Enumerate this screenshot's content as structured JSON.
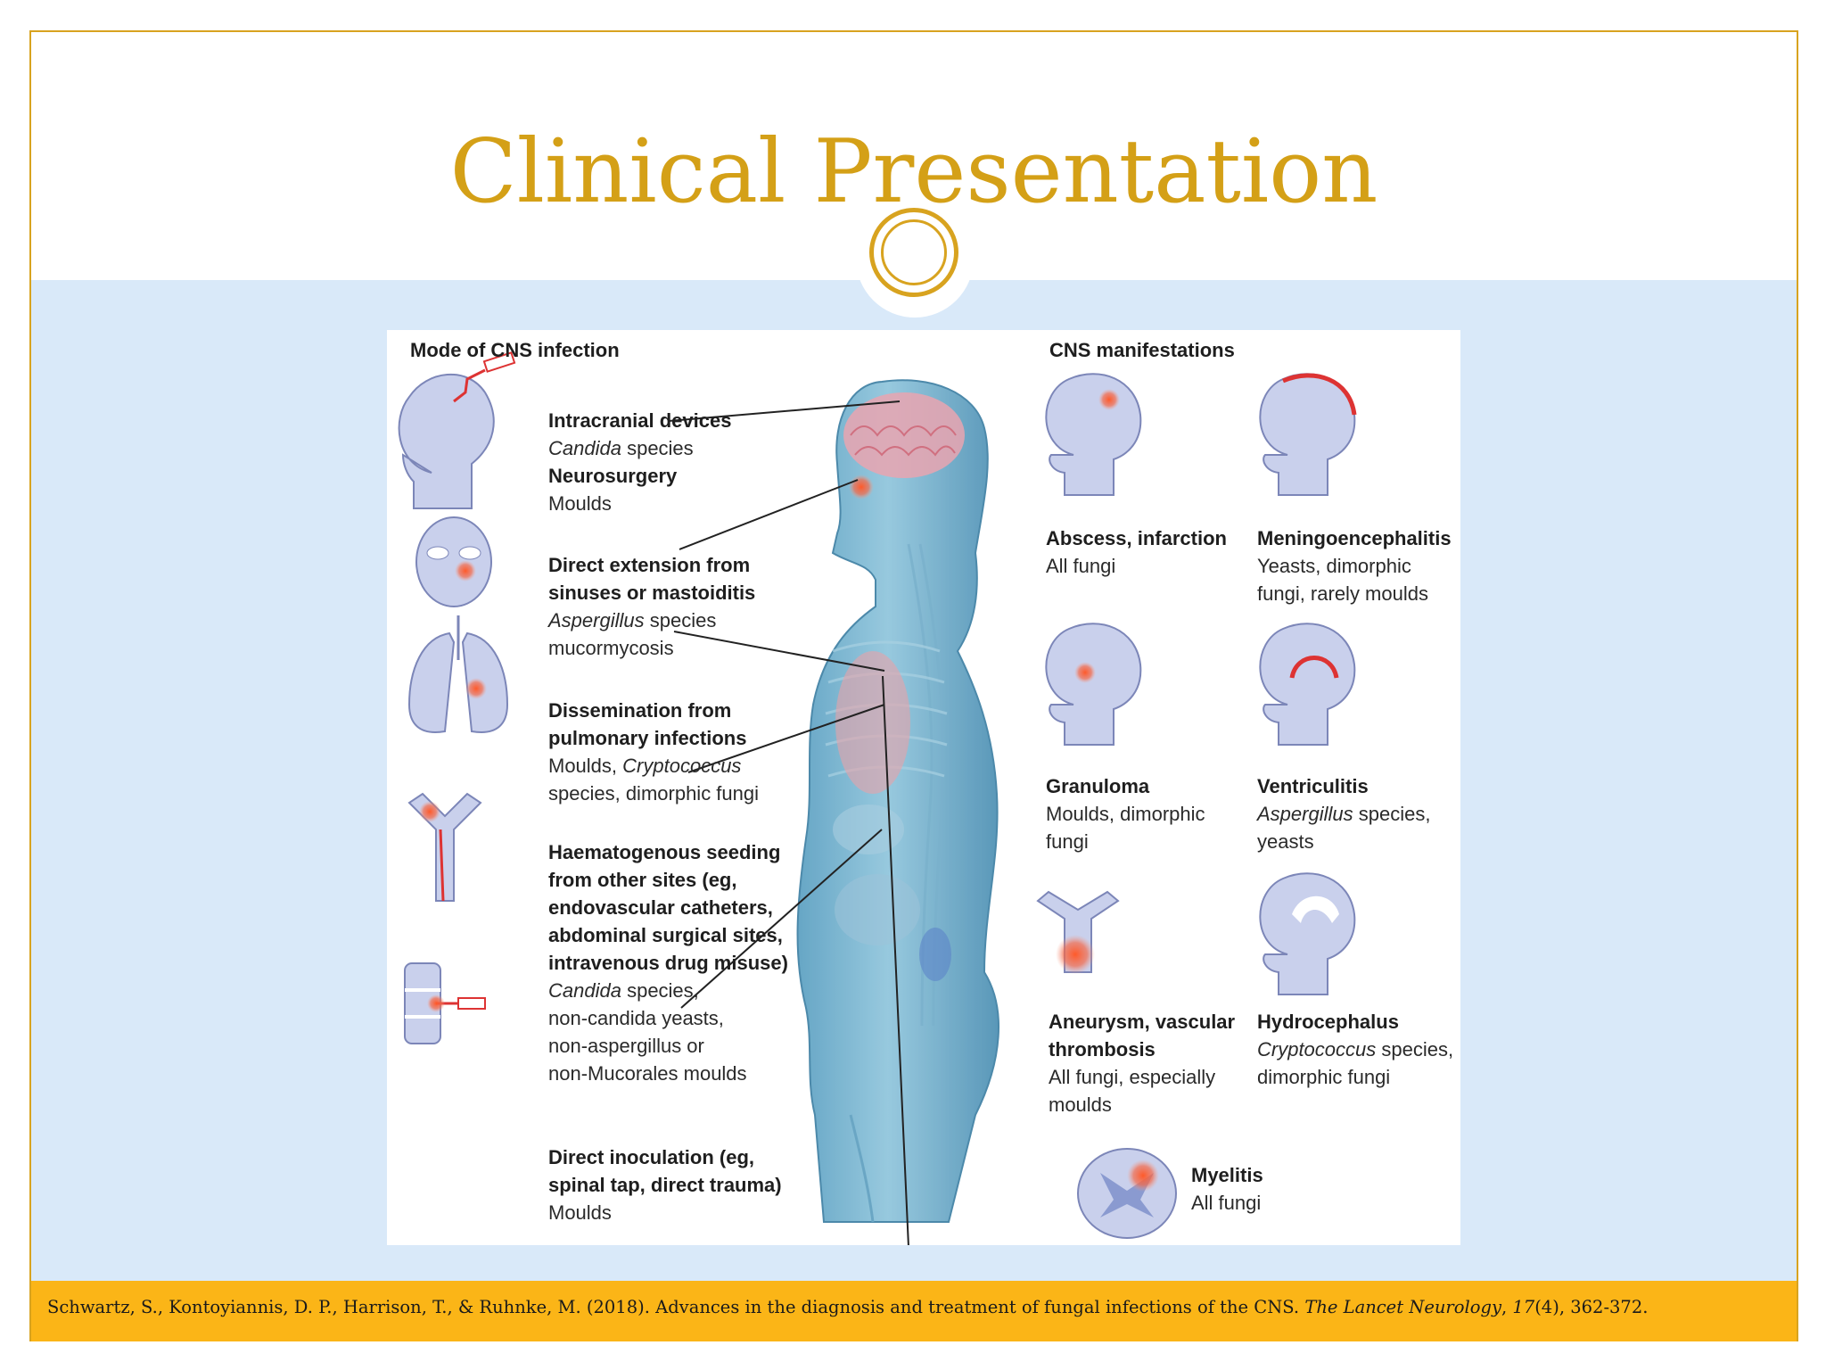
{
  "slide": {
    "title": "Clinical Presentation",
    "citation_plain": "Schwartz, S., Kontoyiannis, D. P., Harrison, T., & Ruhnke, M. (2018). Advances in the diagnosis and treatment of fungal infections of the CNS. ",
    "citation_journal": "The Lancet Neurology",
    "citation_sep": ", ",
    "citation_volume": "17",
    "citation_tail": "(4), 362-372."
  },
  "figure": {
    "left_heading": "Mode of CNS infection",
    "right_heading": "CNS manifestations",
    "modes": [
      {
        "title1": "Intracranial devices",
        "line1": "species",
        "line1_italic": "Candida",
        "title2": "Neurosurgery",
        "line2": "Moulds"
      },
      {
        "title1": "Direct extension from",
        "title2": "sinuses or mastoiditis",
        "line1_italic": "Aspergillus",
        "line1": "species",
        "line2": "mucormycosis"
      },
      {
        "title1": "Dissemination from",
        "title2": "pulmonary infections",
        "line1_pre": "Moulds, ",
        "line1_italic": "Cryptococcus",
        "line2": "species, dimorphic fungi"
      },
      {
        "title1": "Haematogenous seeding",
        "title2": "from other sites (eg,",
        "title3": "endovascular catheters,",
        "title4": "abdominal surgical sites,",
        "title5": "intravenous drug misuse)",
        "line1_italic": "Candida",
        "line1": "species,",
        "line2": "non-candida yeasts,",
        "line3": "non-aspergillus or",
        "line4": "non-Mucorales moulds"
      },
      {
        "title1": "Direct inoculation (eg,",
        "title2": "spinal tap, direct trauma)",
        "line1": "Moulds"
      }
    ],
    "manifestations": [
      {
        "title": "Abscess, infarction",
        "line1": "All fungi"
      },
      {
        "title": "Meningoencephalitis",
        "line1": "Yeasts, dimorphic",
        "line2": "fungi, rarely moulds"
      },
      {
        "title": "Granuloma",
        "line1": "Moulds, dimorphic",
        "line2": "fungi"
      },
      {
        "title": "Ventriculitis",
        "line1_italic": "Aspergillus",
        "line1": "species,",
        "line2": "yeasts"
      },
      {
        "title1": "Aneurysm, vascular",
        "title2": "thrombosis",
        "line1": "All fungi, especially",
        "line2": "moulds"
      },
      {
        "title": "Hydrocephalus",
        "line1_italic": "Cryptococcus",
        "line1": "species,",
        "line2": "dimorphic fungi"
      },
      {
        "title": "Myelitis",
        "line1": "All fungi"
      }
    ]
  },
  "colors": {
    "gold": "#d4a017",
    "footer": "#fbb517",
    "blue_bg": "#d9e9f9",
    "icon_fill": "#c9d0ec",
    "body_blue": "#5fa3c4"
  }
}
